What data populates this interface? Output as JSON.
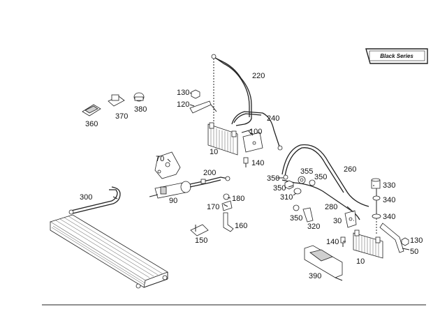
{
  "badge": {
    "text": "Black Series"
  },
  "parts": [
    {
      "id": "p220",
      "label": "220"
    },
    {
      "id": "p130a",
      "label": "130"
    },
    {
      "id": "p120",
      "label": "120"
    },
    {
      "id": "p240",
      "label": "240"
    },
    {
      "id": "p100",
      "label": "100"
    },
    {
      "id": "p10a",
      "label": "10"
    },
    {
      "id": "p140a",
      "label": "140"
    },
    {
      "id": "p360",
      "label": "360"
    },
    {
      "id": "p370",
      "label": "370"
    },
    {
      "id": "p380",
      "label": "380"
    },
    {
      "id": "p70",
      "label": "70"
    },
    {
      "id": "p200",
      "label": "200"
    },
    {
      "id": "p90",
      "label": "90"
    },
    {
      "id": "p300",
      "label": "300"
    },
    {
      "id": "p180",
      "label": "180"
    },
    {
      "id": "p170",
      "label": "170"
    },
    {
      "id": "p160",
      "label": "160"
    },
    {
      "id": "p150",
      "label": "150"
    },
    {
      "id": "p355",
      "label": "355"
    },
    {
      "id": "p350a",
      "label": "350"
    },
    {
      "id": "p350b",
      "label": "350"
    },
    {
      "id": "p350c",
      "label": "350"
    },
    {
      "id": "p350d",
      "label": "350"
    },
    {
      "id": "p260",
      "label": "260"
    },
    {
      "id": "p310",
      "label": "310"
    },
    {
      "id": "p330",
      "label": "330"
    },
    {
      "id": "p340a",
      "label": "340"
    },
    {
      "id": "p340b",
      "label": "340"
    },
    {
      "id": "p280",
      "label": "280"
    },
    {
      "id": "p320",
      "label": "320"
    },
    {
      "id": "p30",
      "label": "30"
    },
    {
      "id": "p130b",
      "label": "130"
    },
    {
      "id": "p140b",
      "label": "140"
    },
    {
      "id": "p50",
      "label": "50"
    },
    {
      "id": "p10b",
      "label": "10"
    },
    {
      "id": "p390",
      "label": "390"
    }
  ]
}
